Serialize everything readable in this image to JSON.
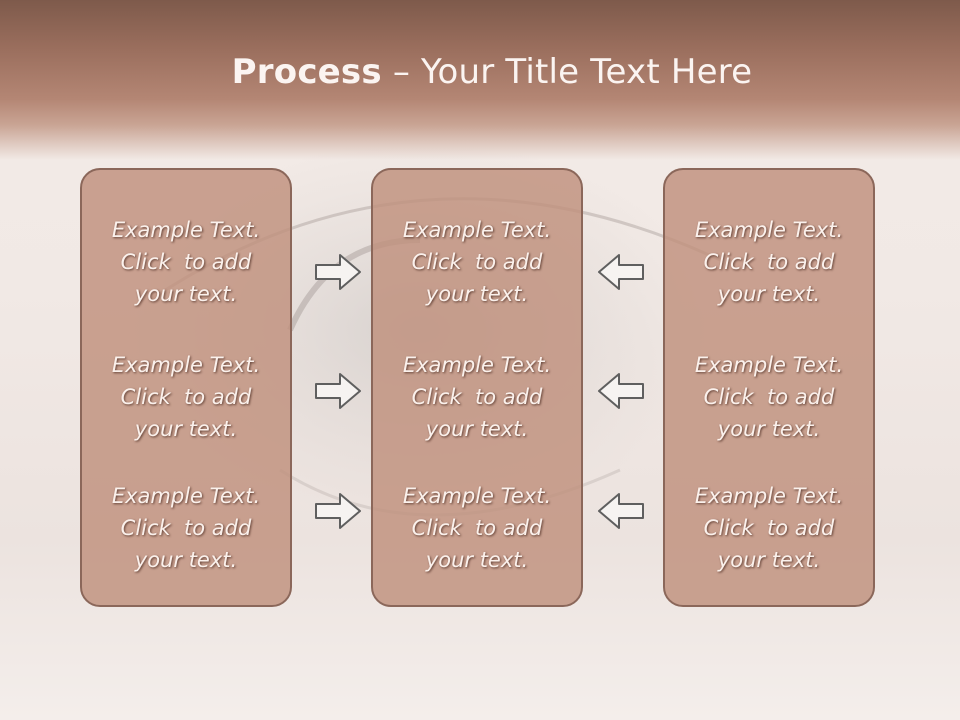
{
  "title": {
    "bold": "Process",
    "dash": " – ",
    "rest": "Your Title Text Here"
  },
  "columns": [
    {
      "blocks": [
        {
          "line1": "Example Text.",
          "line2": "Click  to add",
          "line3": "your text."
        },
        {
          "line1": "Example Text.",
          "line2": "Click  to add",
          "line3": "your text."
        },
        {
          "line1": "Example Text.",
          "line2": "Click  to add",
          "line3": "your text."
        }
      ]
    },
    {
      "blocks": [
        {
          "line1": "Example Text.",
          "line2": "Click  to add",
          "line3": "your text."
        },
        {
          "line1": "Example Text.",
          "line2": "Click  to add",
          "line3": "your text."
        },
        {
          "line1": "Example Text.",
          "line2": "Click  to add",
          "line3": "your text."
        }
      ]
    },
    {
      "blocks": [
        {
          "line1": "Example Text.",
          "line2": "Click  to add",
          "line3": "your text."
        },
        {
          "line1": "Example Text.",
          "line2": "Click  to add",
          "line3": "your text."
        },
        {
          "line1": "Example Text.",
          "line2": "Click  to add",
          "line3": "your text."
        }
      ]
    }
  ],
  "arrows": [
    {
      "icon": "arrow-right-icon"
    },
    {
      "icon": "arrow-right-icon"
    },
    {
      "icon": "arrow-right-icon"
    },
    {
      "icon": "arrow-left-icon"
    },
    {
      "icon": "arrow-left-icon"
    },
    {
      "icon": "arrow-left-icon"
    }
  ],
  "colors": {
    "header": "#9a6e5d",
    "card": "#c0907c",
    "card_border": "#8b675a",
    "text": "#fbf1ec"
  }
}
